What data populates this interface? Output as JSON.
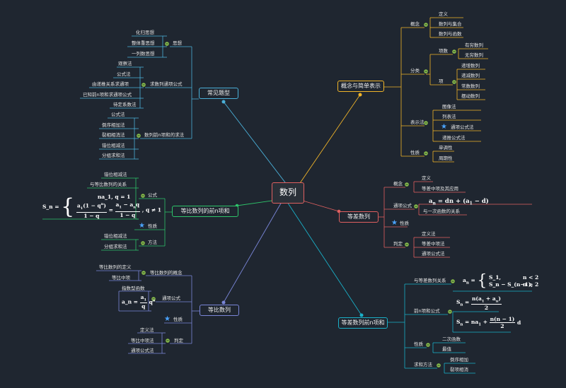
{
  "center": "数列",
  "branches": {
    "common": {
      "title": "常见题型",
      "sixiang": {
        "label": "思想",
        "items": [
          "化归思想",
          "整体重思想",
          "一列数思想"
        ]
      },
      "tongxiang": {
        "label": "求数列通项公式",
        "items": [
          "观察法",
          "公式法",
          "由递推关系求通项",
          "已知前n项和求通项公式",
          "待定系数法"
        ]
      },
      "qianxiang": {
        "label": "数列前n项和的求法",
        "items": [
          "公式法",
          "倒序相加法",
          "裂相相消法",
          "错位相减法",
          "分组求和法"
        ]
      }
    },
    "concept": {
      "title": "概念与简单表示",
      "gainian": {
        "label": "概念",
        "items": [
          "定义",
          "数列与集合",
          "数列与函数"
        ]
      },
      "fenlei": {
        "label": "分类",
        "xiangshu": "项数",
        "xiangshu_items": [
          "有穷数列",
          "无穷数列"
        ],
        "xiang": "项",
        "xiang_items": [
          "递增数列",
          "递减数列",
          "常数数列",
          "摆动数列"
        ]
      },
      "biaoshi": {
        "label": "表示法",
        "items": [
          "图像法",
          "列表法",
          "通项公式法",
          "递推公式法"
        ]
      },
      "xingzhi": {
        "label": "性质",
        "items": [
          "单调性",
          "周期性"
        ]
      }
    },
    "arith": {
      "title": "等差数列",
      "gainian": {
        "label": "概念",
        "items": [
          "定义",
          "等差中项及其应用"
        ]
      },
      "tongxiang": {
        "label": "通项公式",
        "formula": "a_n = dn + (a_1 − d)",
        "relation": "与一次函数的关系"
      },
      "xingzhi": "性质",
      "panding": {
        "label": "判定",
        "items": [
          "定义法",
          "等差中项法",
          "通项公式法"
        ]
      }
    },
    "arithsum": {
      "title": "等差数列前n项和",
      "guanxi": "与等差数列关系",
      "piecewise": {
        "lhs": "a_n",
        "top": "S_1,",
        "top_cond": "n < 2",
        "bot": "S_n − S_(n−1),",
        "bot_cond": "n ≥ 2"
      },
      "qianxiang": "前n项和公式",
      "xingzhi": {
        "label": "性质",
        "items": [
          "二次函数",
          "最值"
        ]
      },
      "qiuhe": {
        "label": "求和方法",
        "items": [
          "倒序相加",
          "裂项相消"
        ]
      }
    },
    "geosum": {
      "title": "等比数列的前n项和",
      "gongshi": {
        "label": "公式",
        "items": [
          "错位相减法",
          "与等比数列的关系"
        ]
      },
      "xingzhi": "性质",
      "fangfa": {
        "label": "方法",
        "items": [
          "错位相减法",
          "分组求和法"
        ]
      },
      "formula": {
        "lhs": "S_n =",
        "top": "na_1, q = 1",
        "cond": ", q ≠ 1"
      }
    },
    "geo": {
      "title": "等比数列",
      "gainian": {
        "label": "等比数列的概念",
        "items": [
          "等比数列的定义",
          "等比中项"
        ]
      },
      "tongxiang": {
        "label": "通项公式",
        "items": [
          "指数型函数"
        ],
        "formula_lhs": "a_n =",
        "formula_rhs": "q"
      },
      "xingzhi": "性质",
      "panding": {
        "label": "判定",
        "items": [
          "定义法",
          "等比中项法",
          "通项公式法"
        ]
      }
    }
  },
  "colors": {
    "background": "#1f2630",
    "common": "#4ab0d8",
    "concept": "#f0b429",
    "arith": "#e06060",
    "arithsum": "#1ab0c8",
    "geosum": "#2ec46a",
    "geo": "#7a86d8"
  }
}
